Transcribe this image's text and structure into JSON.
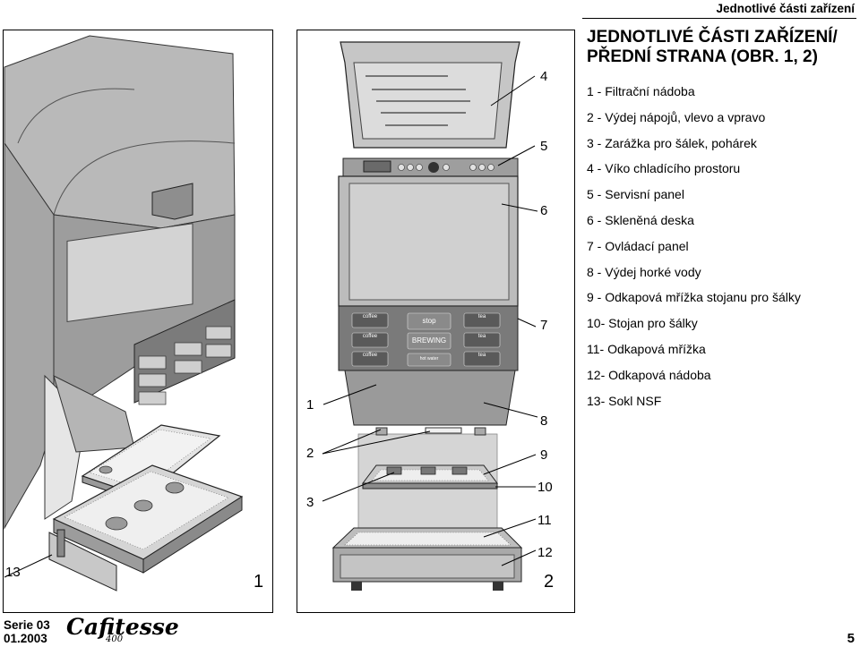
{
  "header": {
    "title": "Jednotlivé části zařízení"
  },
  "section": {
    "title_line1": "JEDNOTLIVÉ ČÁSTI ZAŘÍZENÍ/",
    "title_line2": "PŘEDNÍ STRANA (OBR. 1, 2)"
  },
  "parts": [
    "1 - Filtrační nádoba",
    "2 - Výdej nápojů, vlevo a vpravo",
    "3 - Zarážka pro šálek, pohárek",
    "4 - Víko chladícího prostoru",
    "5 - Servisní panel",
    "6 - Skleněná deska",
    "7 - Ovládací panel",
    "8 - Výdej horké vody",
    "9 - Odkapová mřížka stojanu pro šálky",
    "10- Stojan pro šálky",
    "11- Odkapová mřížka",
    "12- Odkapová nádoba",
    "13- Sokl NSF"
  ],
  "figure1": {
    "number": "1",
    "callouts": {
      "c13": "13"
    }
  },
  "figure2": {
    "number": "2",
    "callouts": {
      "c1": "1",
      "c2": "2",
      "c3": "3",
      "c4": "4",
      "c5": "5",
      "c6": "6",
      "c7": "7",
      "c8": "8",
      "c9": "9",
      "c10": "10",
      "c11": "11",
      "c12": "12"
    },
    "panel": {
      "stop": "stop",
      "brewing": "BREWING",
      "hot_water": "hot water",
      "coffee": "coffee",
      "tea": "tea"
    }
  },
  "footer": {
    "series": "Serie 03",
    "date": "01.2003",
    "brand": "Cafitesse",
    "brand_sub": "400",
    "page": "5"
  }
}
